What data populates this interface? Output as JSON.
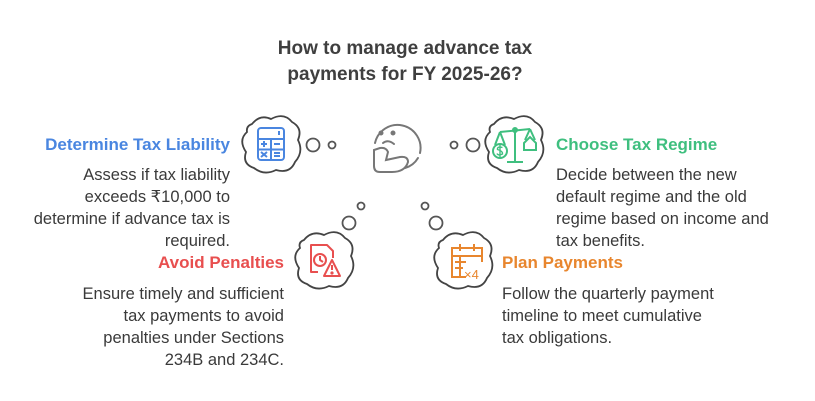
{
  "title": {
    "line1": "How to manage advance tax",
    "line2": "payments for FY 2025-26?"
  },
  "center_icon": "thinking-face-icon",
  "items": [
    {
      "id": "determine",
      "heading": "Determine Tax Liability",
      "color": "#4a86e0",
      "icon": "calculator-icon",
      "desc": [
        "Assess if tax liability",
        "exceeds ₹10,000 to",
        "determine if advance tax is",
        "required."
      ]
    },
    {
      "id": "regime",
      "heading": "Choose Tax Regime",
      "color": "#3fbf7f",
      "icon": "balance-scale-icon",
      "desc": [
        "Decide between the new",
        "default regime and the old",
        "regime based on income and",
        "tax benefits."
      ]
    },
    {
      "id": "penalties",
      "heading": "Avoid Penalties",
      "color": "#e84f4f",
      "icon": "document-warning-icon",
      "desc": [
        "Ensure timely and sufficient",
        "tax payments to avoid",
        "penalties under Sections",
        "234B and 234C."
      ]
    },
    {
      "id": "payments",
      "heading": "Plan Payments",
      "color": "#e8862e",
      "icon": "calendar-x4-icon",
      "desc": [
        "Follow the quarterly payment",
        "timeline to meet cumulative",
        "tax obligations."
      ]
    }
  ]
}
